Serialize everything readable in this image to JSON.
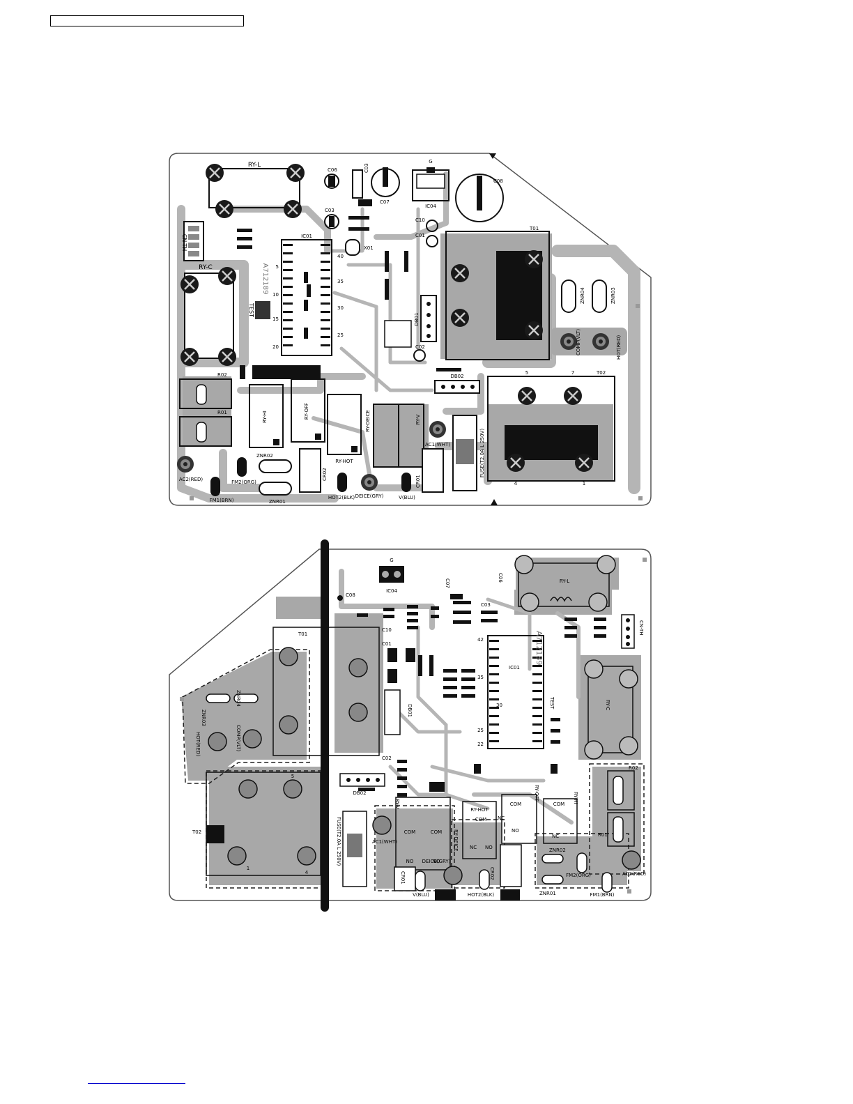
{
  "top_board": {
    "labels": {
      "ry_l": "RY-L",
      "ry_c": "RY-C",
      "cn_th": "CN-TH",
      "test": "TEST",
      "ic01": "IC01",
      "ic02_code": "A712189",
      "c01": "C01",
      "c02": "C02",
      "c03": "C03",
      "c06": "C06",
      "c07": "C07",
      "c08": "C08",
      "c10": "C10",
      "c03b": "C03",
      "ic04": "IC04",
      "g": "G",
      "x01": "X01",
      "db01": "DB01",
      "db02": "DB02",
      "t01": "T01",
      "t02": "T02",
      "znr03": "ZNR03",
      "znr04": "ZNR04",
      "comp_vlt": "COMP(VLT)",
      "hot_red": "HOT(RED)",
      "r02": "R02",
      "r01": "R01",
      "ry_hi": "RY-HI",
      "ry_off": "RY-OFF",
      "ry_deice": "RY-DEICE",
      "ry_v": "RY-V",
      "ry_hot": "RY-HOT",
      "ac1_wht": "AC1(WHT)",
      "fuse": "FUSE(T2.0A L 250V)",
      "ac2_red": "AC2(RED)",
      "fm2_org": "FM2(ORG)",
      "fm1_brn": "FM1(BRN)",
      "znr01": "ZNR01",
      "znr02": "ZNR02",
      "cr02": "CR02",
      "cr01": "CR01",
      "hot2_blk": "HOT2(BLK)",
      "deice_gry": "DEICE(GRY)",
      "v_blu": "V(BLU)",
      "pin40": "40",
      "pin35": "35",
      "pin30": "30",
      "pin25": "25",
      "pin5": "5",
      "pin10": "10",
      "pin15": "15",
      "pin20": "20",
      "t02_5": "5",
      "t02_7": "7",
      "t02_4": "4",
      "t02_1": "1"
    }
  },
  "bottom_board": {
    "labels": {
      "g": "G",
      "ic04": "IC04",
      "c06": "C06",
      "c08": "C08",
      "c07": "C07",
      "c03": "C03",
      "c10": "C10",
      "c01": "C01",
      "c02": "C02",
      "ry_l": "RY-L",
      "cn_th": "CN-TH",
      "ic01": "IC01",
      "code": "A712189",
      "test": "TEST",
      "ry_c": "RY-C",
      "t01": "T01",
      "t02": "T02",
      "db01": "DB01",
      "db02": "DB02",
      "znr03": "ZNR03",
      "znr04": "ZNR04",
      "hot_red": "HOT(RED)",
      "comp_vlt": "COMP(VLT)",
      "r02": "R02",
      "r01": "R01",
      "ry_hot": "RY-HOT",
      "ry_off": "RY-OFF",
      "ry_hi": "RY-HI",
      "ry_v": "RY-V",
      "ry_deice": "RY-DEICE",
      "com": "COM",
      "nc": "NC",
      "no": "NO",
      "ac1_wht": "AC1(WHT)",
      "fuse": "FUSE(T2.0A L 250V)",
      "deice_gry": "DEICE(GRY)",
      "v_blu": "V(BLU)",
      "hot2_blk": "HOT2(BLK)",
      "cr01": "CR01",
      "cr02": "CR02",
      "znr01": "ZNR01",
      "znr02": "ZNR02",
      "fm2_org": "FM2(ORG)",
      "fm1_brn": "FM1(BRN)",
      "ac2_red": "AC2(RED)",
      "pin42": "42",
      "pin35": "35",
      "pin30": "30",
      "pin25": "25",
      "pin22": "22",
      "pin5": "5",
      "pin4": "4",
      "pin1": "1"
    }
  }
}
